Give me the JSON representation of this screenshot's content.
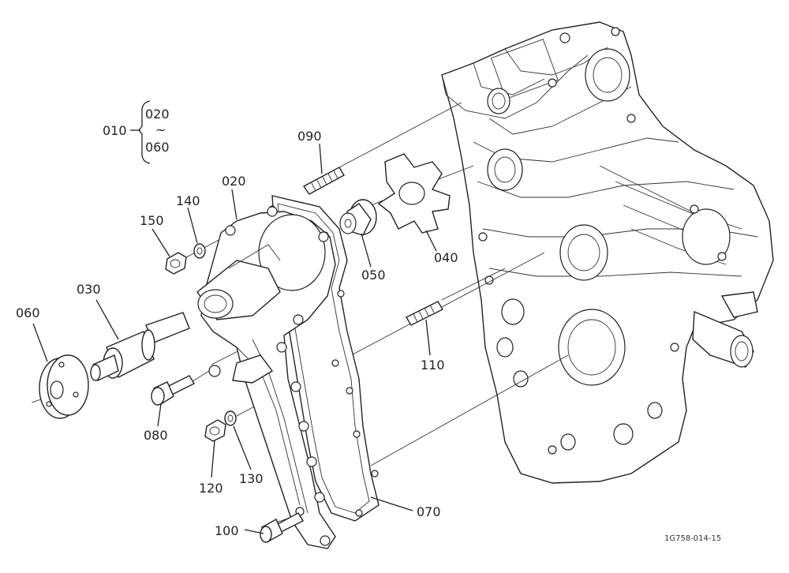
{
  "labels": {
    "l010": "010",
    "l020a": "020",
    "tilde": "~",
    "l060a": "060",
    "l090": "090",
    "l020": "020",
    "l140": "140",
    "l150": "150",
    "l030": "030",
    "l060": "060",
    "l050": "050",
    "l040": "040",
    "l110": "110",
    "l080": "080",
    "l120": "120",
    "l130": "130",
    "l070": "070",
    "l100": "100"
  },
  "diagram_code": "1G758-014-15",
  "colors": {
    "ink": "#222222",
    "paper": "#ffffff"
  }
}
